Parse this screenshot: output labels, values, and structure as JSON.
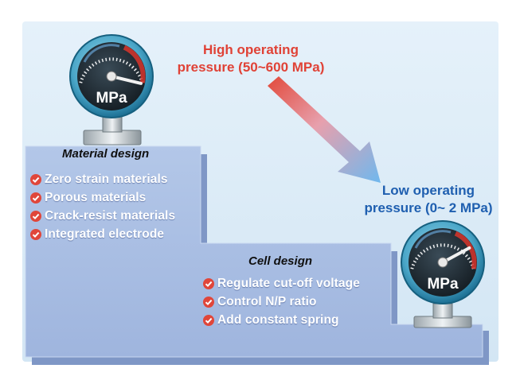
{
  "high_pressure": {
    "line1": "High operating",
    "line2": "pressure (50~600 MPa)"
  },
  "low_pressure": {
    "line1": "Low operating",
    "line2": "pressure (0~ 2 MPa)"
  },
  "material_panel": {
    "title": "Material design",
    "items": [
      "Zero strain materials",
      "Porous materials",
      "Crack-resist materials",
      "Integrated electrode"
    ]
  },
  "cell_panel": {
    "title": "Cell design",
    "items": [
      "Regulate cut-off voltage",
      "Control N/P ratio",
      "Add constant spring"
    ]
  },
  "gauge_unit": "MPa",
  "gauges": {
    "high": {
      "level": 0.85
    },
    "low": {
      "level": 0.65
    }
  },
  "colors": {
    "background": "#dfeef8",
    "step_face": "#a9bfe4",
    "arrow_start": "#e2493a",
    "arrow_end": "#6fb8ee",
    "high_text": "#e04236",
    "low_text": "#1f5fb0",
    "check_icon": "#e0463a"
  }
}
